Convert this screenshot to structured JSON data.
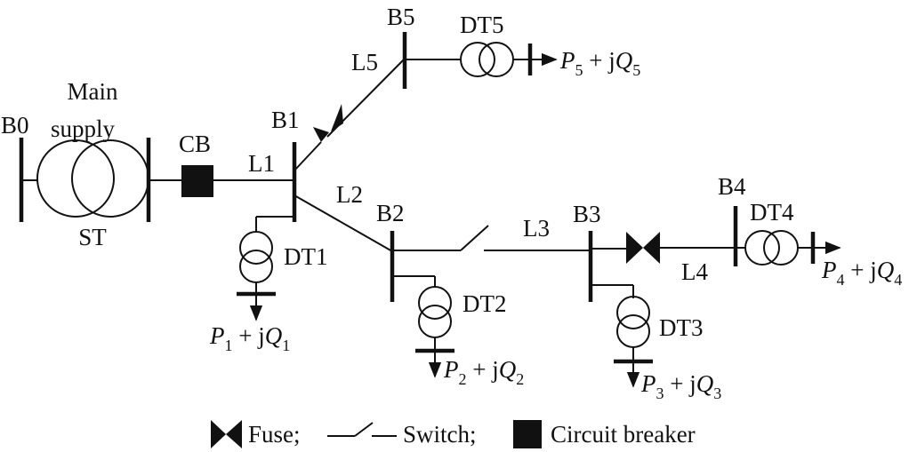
{
  "labels": {
    "b0": "B0",
    "main": "Main",
    "supply": "supply",
    "st": "ST",
    "cb": "CB",
    "l1": "L1",
    "b1": "B1",
    "l5": "L5",
    "b5": "B5",
    "dt5": "DT5",
    "l2": "L2",
    "b2": "B2",
    "dt1": "DT1",
    "dt2": "DT2",
    "l3": "L3",
    "b3": "B3",
    "dt3": "DT3",
    "l4": "L4",
    "b4": "B4",
    "dt4": "DT4"
  },
  "loads": {
    "p1": "P1 + jQ1",
    "p2": "P2 + jQ2",
    "p3": "P3 + jQ3",
    "p4": "P4 + jQ4",
    "p5": "P5 + jQ5"
  },
  "legend": {
    "fuse": "Fuse;",
    "switch": "Switch;",
    "circuit_breaker": "Circuit breaker"
  }
}
